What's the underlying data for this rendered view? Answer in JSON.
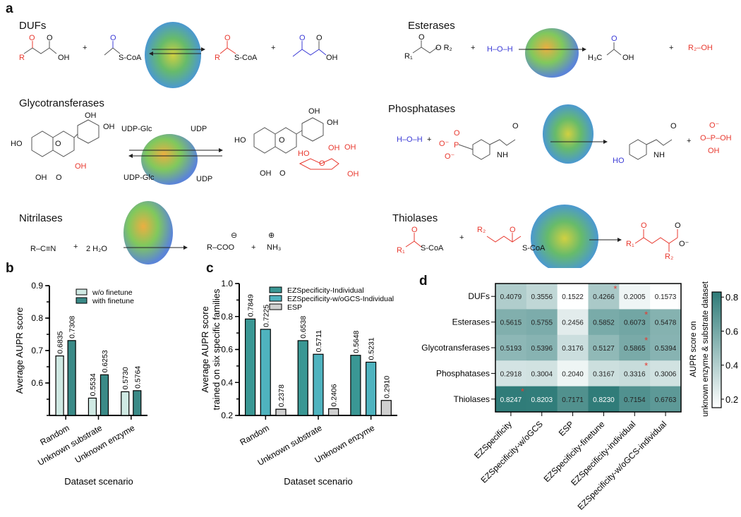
{
  "panel_labels": {
    "a": "a",
    "b": "b",
    "c": "c",
    "d": "d"
  },
  "panel_a": {
    "families": {
      "dufs": "DUFs",
      "esterases": "Esterases",
      "glycotransferases": "Glycotransferases",
      "phosphatases": "Phosphatases",
      "nitrilases": "Nitrilases",
      "thiolases": "Thiolases"
    },
    "dufs": {
      "r": "R",
      "o_red": "O",
      "o": "O",
      "oh": "OH",
      "plus": "+",
      "o_blue": "O",
      "scoa": "S-CoA",
      "r2": "R",
      "o_red2": "O",
      "scoa2": "S-CoA",
      "plus2": "+",
      "o_blue2": "O",
      "o3": "O",
      "oh2": "OH"
    },
    "esterases": {
      "r1": "R₁",
      "o": "O",
      "o_r2": "O R₂",
      "plus": "+",
      "water": "H–O–H",
      "h3c": "H₃C",
      "o2": "O",
      "oh": "OH",
      "plus2": "+",
      "r2oh": "R₂–OH"
    },
    "glyco": {
      "oh_a": "OH",
      "oh_b": "OH",
      "ho": "HO",
      "o_ring": "O",
      "oh_red": "OH",
      "oh_c": "OH",
      "o_keto": "O",
      "udpglc_in": "UDP-Glc",
      "udp_out": "UDP",
      "udpglc_back": "UDP-Glc",
      "udp_back": "UDP",
      "p_oh_a": "OH",
      "p_oh_b": "OH",
      "p_ho": "HO",
      "p_o_ring": "O",
      "p_oh_c": "OH",
      "p_o_keto": "O",
      "sugar_ho": "HO",
      "sugar_oh1": "OH",
      "sugar_oh2": "OH",
      "sugar_o": "O",
      "sugar_oh3": "OH"
    },
    "phosph": {
      "water": "H–O–H",
      "plus": "+",
      "o_minus": "O⁻",
      "p": "P",
      "o_a": "O",
      "o_b": "O⁻",
      "o_keto": "O",
      "nh": "NH",
      "ho": "HO",
      "o_keto2": "O",
      "nh2": "NH",
      "plus2": "+",
      "po4_top": "O⁻",
      "po4": "O–P–OH",
      "po4_oh": "OH"
    },
    "nitril": {
      "nitrile": "R–C≡N",
      "plus": "+",
      "water": "2 H₂O",
      "acid": "R–COO",
      "minus": "⊖",
      "plus2": "+",
      "ammonium_charge": "⊕",
      "ammonium": "NH₃"
    },
    "thiol": {
      "r1": "R₁",
      "o1": "O",
      "scoa": "S-CoA",
      "plus": "+",
      "r2": "R₂",
      "o2": "O",
      "scoa2": "S-CoA",
      "p_r1": "R₁",
      "p_o": "O",
      "p_o2": "O",
      "p_r2": "R₂",
      "p_ominus": "O⁻"
    }
  },
  "chart_data": [
    {
      "type": "bar",
      "panel": "b",
      "categories": [
        "Random",
        "Unknown substrate",
        "Unknown enzyme"
      ],
      "series": [
        {
          "name": "w/o finetune",
          "color": "#cfe9e3",
          "values": [
            0.6835,
            0.5534,
            0.573
          ],
          "labels": [
            "0.6835",
            "0.5534",
            "0.5730"
          ]
        },
        {
          "name": "with finetune",
          "color": "#3a8a87",
          "values": [
            0.7308,
            0.6253,
            0.5764
          ],
          "labels": [
            "0.7308",
            "0.6253",
            "0.5764"
          ]
        }
      ],
      "xlabel": "Dataset scenario",
      "ylabel": "Average AUPR score",
      "ylim": [
        0.5,
        0.9
      ],
      "yticks": [
        "0.6",
        "0.7",
        "0.8",
        "0.9"
      ],
      "legend": "top-right"
    },
    {
      "type": "bar",
      "panel": "c",
      "categories": [
        "Random",
        "Unknown substrate",
        "Unknown enzyme"
      ],
      "series": [
        {
          "name": "EZSpecificity-Individual",
          "color": "#3a9794",
          "values": [
            0.7849,
            0.6538,
            0.5648
          ],
          "labels": [
            "0.7849",
            "0.6538",
            "0.5648"
          ]
        },
        {
          "name": "EZSpecificity-w/oGCS-Individual",
          "color": "#4fb3bf",
          "values": [
            0.7225,
            0.5711,
            0.5231
          ],
          "labels": [
            "0.7225",
            "0.5711",
            "0.5231"
          ]
        },
        {
          "name": "ESP",
          "color": "#d0d0d0",
          "values": [
            0.2378,
            0.2406,
            0.291
          ],
          "labels": [
            "0.2378",
            "0.2406",
            "0.2910"
          ]
        }
      ],
      "xlabel": "Dataset scenario",
      "ylabel": [
        "Average AUPR score",
        "trained on six specific families"
      ],
      "ylim": [
        0.2,
        1.0
      ],
      "yticks": [
        "0.2",
        "0.4",
        "0.6",
        "0.8",
        "1.0"
      ],
      "legend": "top-right"
    },
    {
      "type": "heatmap",
      "panel": "d",
      "rows": [
        "DUFs",
        "Esterases",
        "Glycotransferases",
        "Phosphatases",
        "Thiolases"
      ],
      "columns": [
        "EZSpecificity",
        "EZSpecificity-w/oGCS",
        "ESP",
        "EZSpecificity-finetune",
        "EZSpecificity-individual",
        "EZSpecificity-w/oGCS-individual"
      ],
      "values": [
        [
          0.4079,
          0.3556,
          0.1522,
          0.4266,
          0.2005,
          0.1573
        ],
        [
          0.5615,
          0.5755,
          0.2456,
          0.5852,
          0.6073,
          0.5478
        ],
        [
          0.5193,
          0.5396,
          0.3176,
          0.5127,
          0.5865,
          0.5394
        ],
        [
          0.2918,
          0.3004,
          0.204,
          0.3167,
          0.3316,
          0.3006
        ],
        [
          0.8247,
          0.8203,
          0.7171,
          0.823,
          0.7154,
          0.6763
        ]
      ],
      "labels": [
        [
          "0.4079",
          "0.3556",
          "0.1522",
          "0.4266",
          "0.2005",
          "0.1573"
        ],
        [
          "0.5615",
          "0.5755",
          "0.2456",
          "0.5852",
          "0.6073",
          "0.5478"
        ],
        [
          "0.5193",
          "0.5396",
          "0.3176",
          "0.5127",
          "0.5865",
          "0.5394"
        ],
        [
          "0.2918",
          "0.3004",
          "0.2040",
          "0.3167",
          "0.3316",
          "0.3006"
        ],
        [
          "0.8247",
          "0.8203",
          "0.7171",
          "0.8230",
          "0.7154",
          "0.6763"
        ]
      ],
      "best_marker": "*",
      "best": [
        [
          0,
          3
        ],
        [
          1,
          4
        ],
        [
          2,
          4
        ],
        [
          3,
          4
        ],
        [
          4,
          0
        ]
      ],
      "colorbar": {
        "label": [
          "AUPR score on",
          "unknown enzyme & substrate dataset"
        ],
        "range": [
          0.15,
          0.83
        ],
        "ticks": [
          "0.2",
          "0.4",
          "0.6",
          "0.8"
        ],
        "color_low": "#ffffff",
        "color_high": "#2e7b78"
      }
    }
  ]
}
